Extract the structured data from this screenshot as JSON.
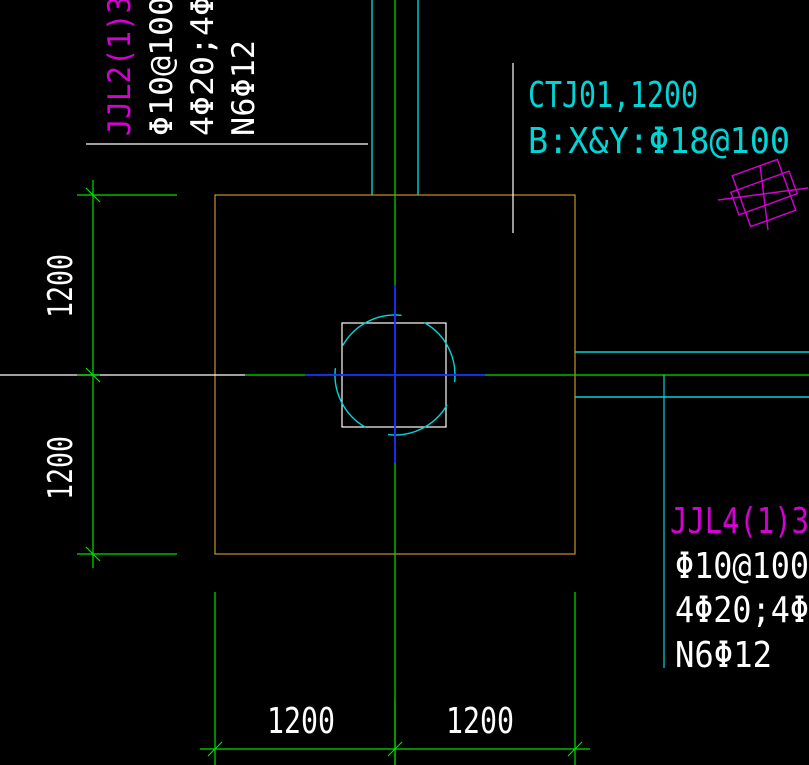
{
  "colors": {
    "background": "#000000",
    "cyan": "#00d6d6",
    "green": "#00e000",
    "white": "#ffffff",
    "magenta": "#d400d4",
    "orange": "#c8922a",
    "blue": "#1a2cff"
  },
  "labels": {
    "jjl2": {
      "name": "JJL2(1)3",
      "stirrups": "Φ10@100",
      "bars": "4Φ20;4Φ",
      "side": "N6Φ12"
    },
    "ctj": {
      "name": "CTJ01,1200",
      "reinf": "B:X&Y:Φ18@100"
    },
    "jjl4": {
      "name": "JJL4(1)3",
      "stirrups": "Φ10@100",
      "bars": "4Φ20;4Φ",
      "side": "N6Φ12"
    }
  },
  "dimensions": {
    "left_upper": "1200",
    "left_lower": "1200",
    "bottom_left": "1200",
    "bottom_right": "1200"
  },
  "symbols": {
    "pile_cap_marker": "pile-cap-symbol"
  }
}
